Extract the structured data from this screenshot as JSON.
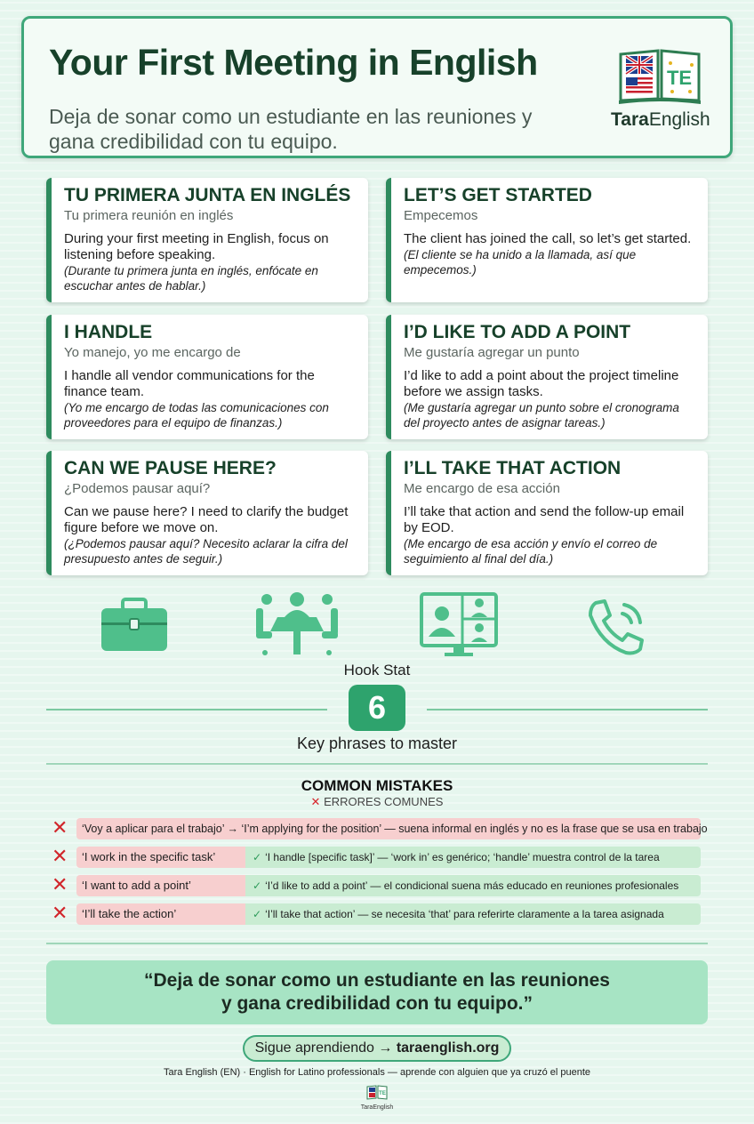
{
  "header": {
    "title": "Your First Meeting in English",
    "subtitle": "Deja de sonar como un estudiante en las reuniones y gana credibilidad con tu equipo.",
    "logo_badge": "TE",
    "brand_bold": "Tara",
    "brand_rest": "English"
  },
  "cards": [
    {
      "title": "TU PRIMERA JUNTA EN INGLÉS",
      "subtitle": "Tu primera reunión en inglés",
      "english": "During your first meeting in English, focus on listening before speaking.",
      "spanish": "(Durante tu primera junta en inglés, enfócate en escuchar antes de hablar.)"
    },
    {
      "title": "LET’S GET STARTED",
      "subtitle": "Empecemos",
      "english": "The client has joined the call, so let’s get started.",
      "spanish": "(El cliente se ha unido a la llamada, así que empecemos.)"
    },
    {
      "title": "I HANDLE",
      "subtitle": "Yo manejo, yo me encargo de",
      "english": "I handle all vendor communications for the finance team.",
      "spanish": "(Yo me encargo de todas las comunicaciones con proveedores para el equipo de finanzas.)"
    },
    {
      "title": "I’D LIKE TO ADD A POINT",
      "subtitle": "Me gustaría agregar un punto",
      "english": "I’d like to add a point about the project timeline before we assign tasks.",
      "spanish": "(Me gustaría agregar un punto sobre el cronograma del proyecto antes de asignar tareas.)"
    },
    {
      "title": "CAN WE PAUSE HERE?",
      "subtitle": "¿Podemos pausar aquí?",
      "english": "Can we pause here? I need to clarify the budget figure before we move on.",
      "spanish": "(¿Podemos pausar aquí? Necesito aclarar la cifra del presupuesto antes de seguir.)"
    },
    {
      "title": "I’LL TAKE THAT ACTION",
      "subtitle": "Me encargo de esa acción",
      "english": "I’ll take that action and send the follow-up email by EOD.",
      "spanish": "(Me encargo de esa acción y envío el correo de seguimiento al final del día.)"
    }
  ],
  "icons": [
    "briefcase-icon",
    "meeting-table-icon",
    "video-call-icon",
    "phone-icon"
  ],
  "hook": {
    "label": "Hook Stat",
    "value": "6",
    "caption": "Key phrases to master"
  },
  "mistakes": {
    "title": "COMMON MISTAKES",
    "subtitle": "ERRORES COMUNES",
    "rows": [
      {
        "wrong": "‘Voy a aplicar para el trabajo’ → ‘I’m applying for the position’ — suena informal en inglés y no es la frase que se usa en trabajo",
        "right": ""
      },
      {
        "wrong": "‘I work in the specific task’",
        "right": "‘I handle [specific task]’ — ‘work in’ es genérico; ‘handle’ muestra control de la tarea"
      },
      {
        "wrong": "‘I want to add a point’",
        "right": "‘I’d like to add a point’ — el condicional suena más educado en reuniones profesionales"
      },
      {
        "wrong": "‘I’ll take the action’",
        "right": "‘I’ll take that action’ — se necesita ‘that’ para referirte claramente a la tarea asignada"
      }
    ]
  },
  "quote": {
    "line1": "“Deja de sonar como un estudiante en las reuniones",
    "line2": "y gana credibilidad con tu equipo.”"
  },
  "cta": {
    "prefix": "Sigue aprendiendo →",
    "link": "taraenglish.org"
  },
  "footer": {
    "text": "Tara English (EN) · English for Latino professionals — aprende con alguien que ya cruzó el puente",
    "mini_brand": "TaraEnglish"
  },
  "colors": {
    "accent": "#2e8b5e",
    "title_green": "#17412a",
    "badge_green": "#2ea36d",
    "wrong_bg": "#f7cfcf",
    "right_bg": "#c9ecd2",
    "x_red": "#d1262b"
  }
}
